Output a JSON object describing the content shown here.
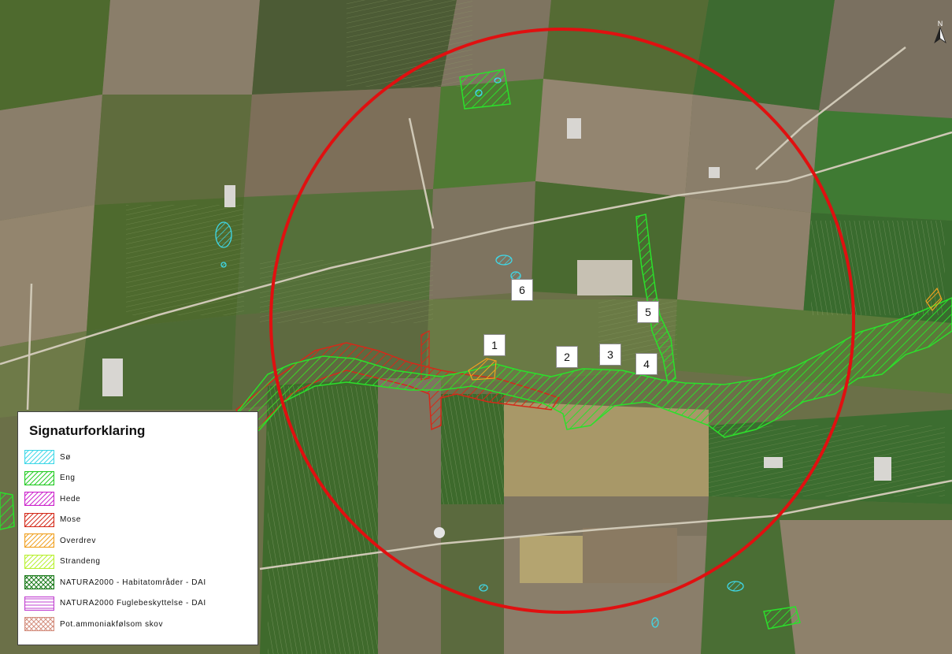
{
  "legend": {
    "title": "Signaturforklaring",
    "items": [
      {
        "label": "Sø",
        "color": "#3fd8e8",
        "pattern": "diag"
      },
      {
        "label": "Eng",
        "color": "#22cc22",
        "pattern": "diag"
      },
      {
        "label": "Hede",
        "color": "#cc22cc",
        "pattern": "diag"
      },
      {
        "label": "Mose",
        "color": "#d42a1a",
        "pattern": "diag"
      },
      {
        "label": "Overdrev",
        "color": "#f0a020",
        "pattern": "diag"
      },
      {
        "label": "Strandeng",
        "color": "#b8f030",
        "pattern": "diag"
      },
      {
        "label": "NATURA2000 - Habitatområder - DAI",
        "color": "#1a7a1a",
        "pattern": "cross"
      },
      {
        "label": "NATURA2000 Fuglebeskyttelse - DAI",
        "color": "#c040d0",
        "pattern": "horiz"
      },
      {
        "label": "Pot.ammoniakfølsom skov",
        "color": "#d49080",
        "pattern": "cross"
      }
    ]
  },
  "markers": [
    {
      "label": "1"
    },
    {
      "label": "2"
    },
    {
      "label": "3"
    },
    {
      "label": "4"
    },
    {
      "label": "5"
    },
    {
      "label": "6"
    }
  ],
  "north_arrow": {
    "label": "N",
    "icon": "north-arrow-icon"
  },
  "colors": {
    "buffer_circle": "#e01010",
    "field_dark": "#5d6a3c",
    "field_green": "#4f7a33",
    "field_brown": "#8b7a5c",
    "road": "#c9c2b2"
  }
}
